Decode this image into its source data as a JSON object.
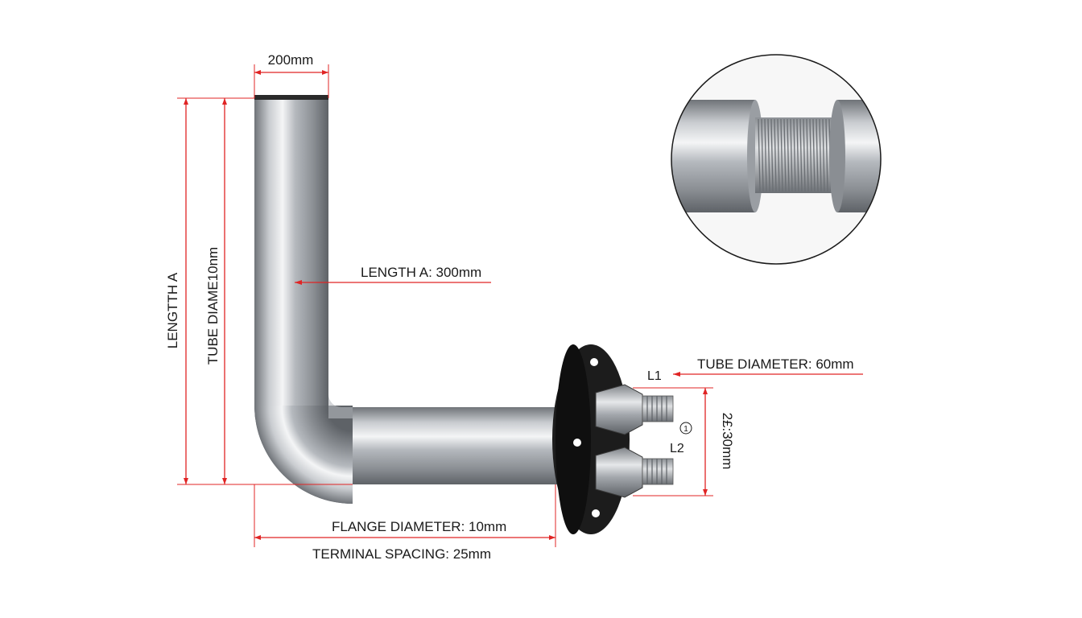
{
  "labels": {
    "top_width": "200mm",
    "length_a_vertical": "LENGTTH A",
    "tube_diameter_vertical": "TUBE DIAME10nm",
    "length_a": "LENGTH A: 300mm",
    "tube_diameter": "TUBE DIAMETER: 60mm",
    "l1": "L1",
    "l2": "L2",
    "marker": "1",
    "terminal_height": "2£:30mm",
    "flange_diameter": "FLANGE DIAMETER: 10mm",
    "terminal_spacing": "TERMINAL SPACING: 25mm"
  },
  "colors": {
    "dimension": "#e02424",
    "tube": "#a9adb2",
    "flange": "#1c1c1c",
    "text": "#1a1a1a"
  }
}
